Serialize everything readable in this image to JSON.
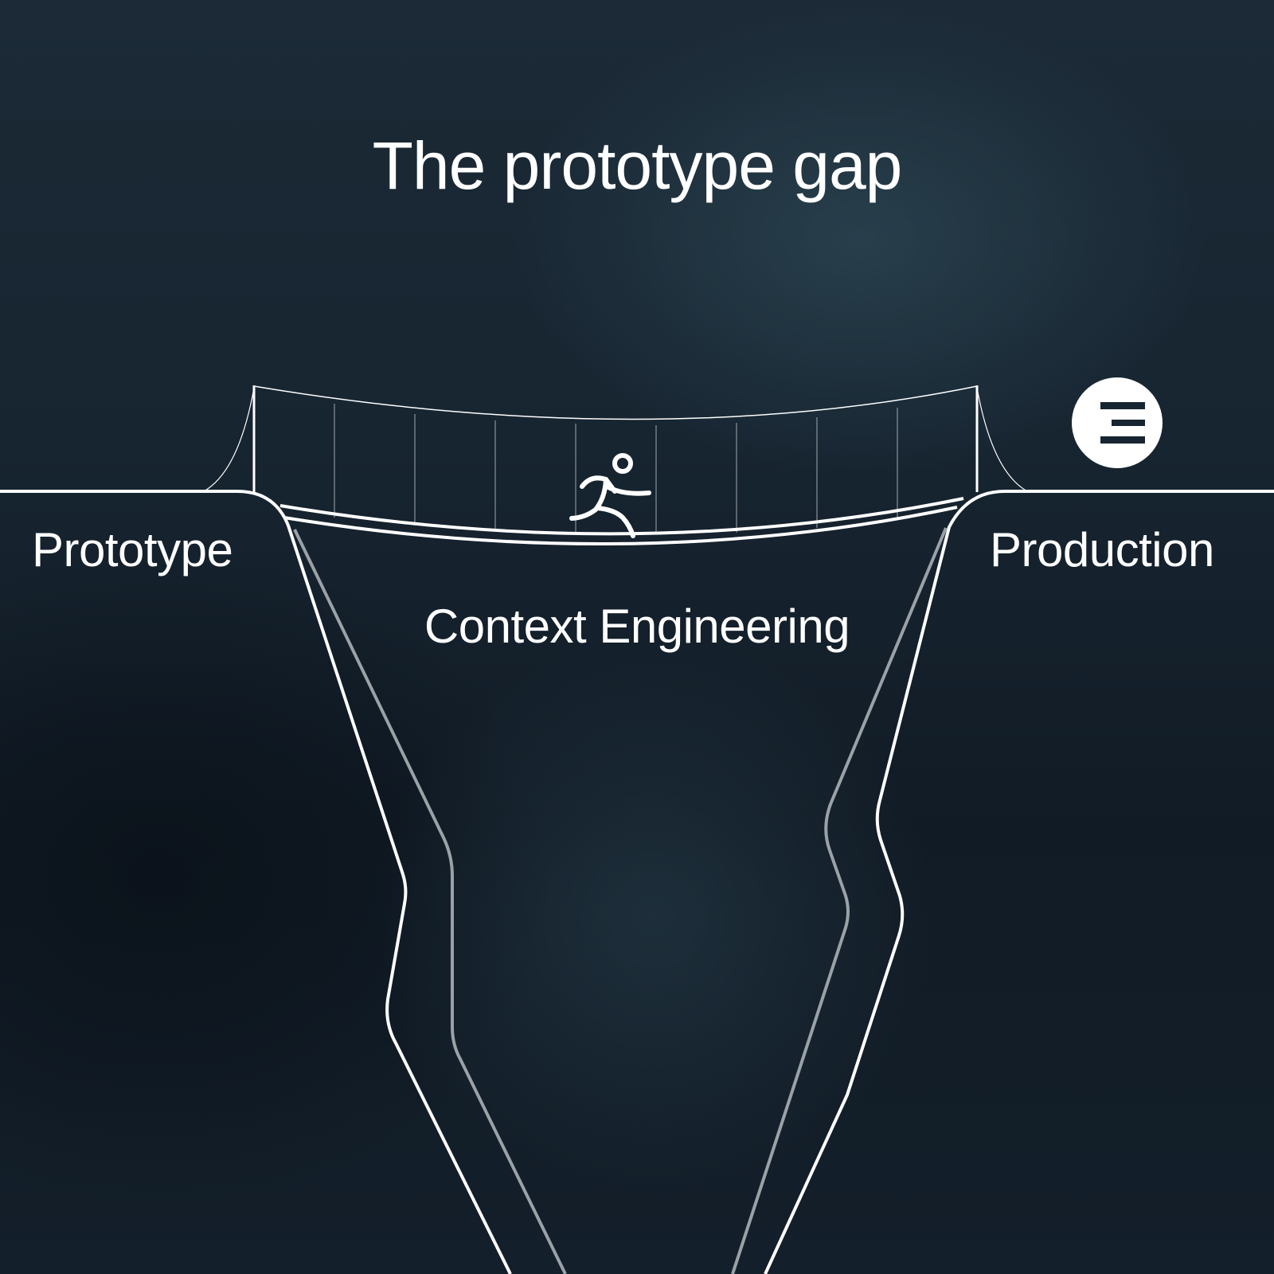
{
  "title": "The prototype gap",
  "labels": {
    "left": "Prototype",
    "right": "Production",
    "gap": "Context Engineering"
  },
  "colors": {
    "background": "#172531",
    "line": "#ffffff",
    "inner_line": "#9aa2a8"
  },
  "icons": {
    "figure": "running-person-icon",
    "logo": "brand-logo-icon"
  }
}
